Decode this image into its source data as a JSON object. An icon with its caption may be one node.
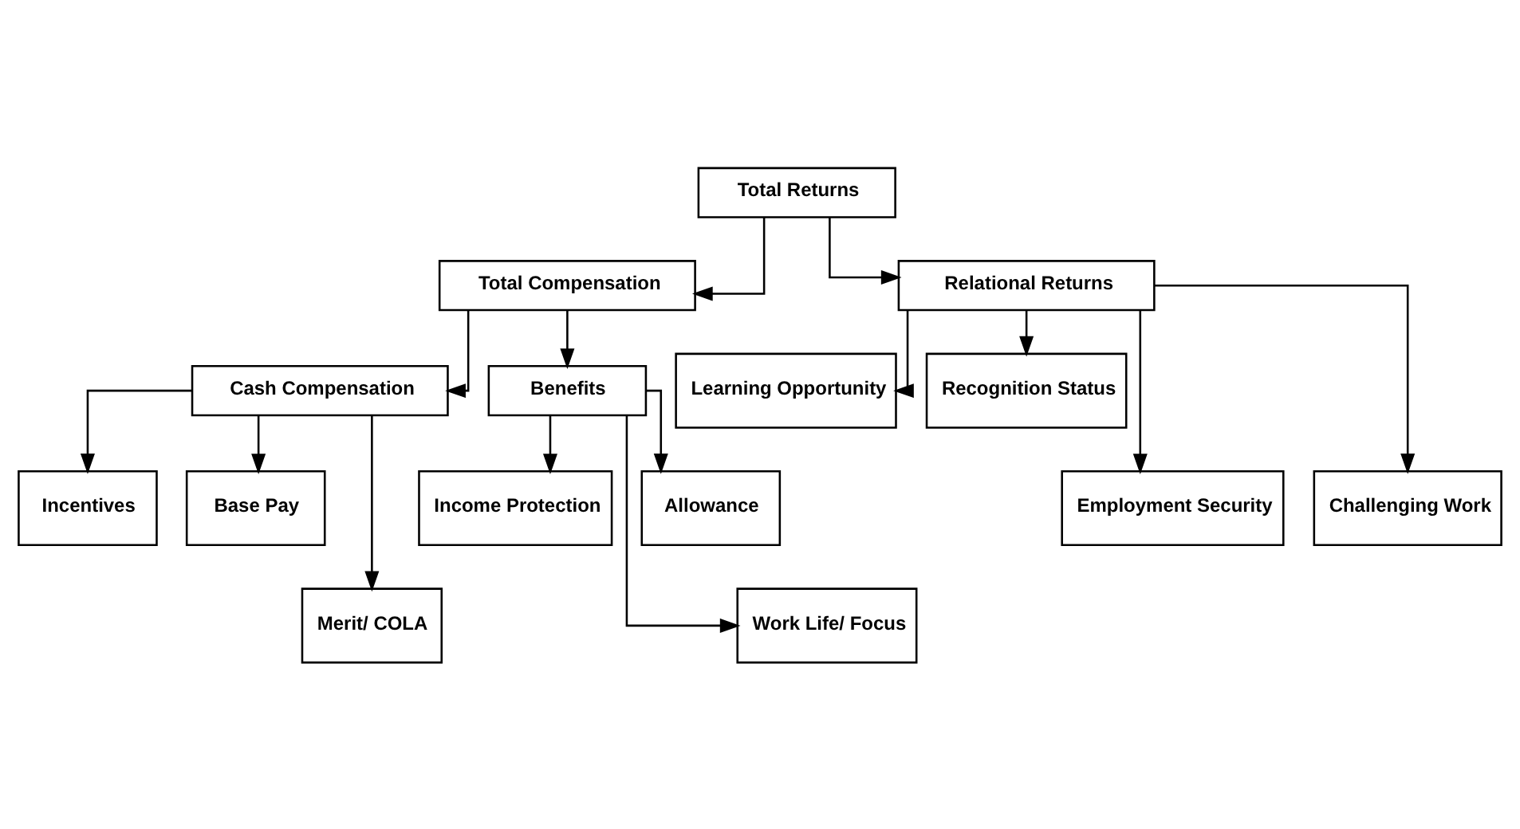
{
  "diagram": {
    "nodes": [
      {
        "text": [
          "Total Returns"
        ]
      },
      {
        "text": [
          "Total Compensation"
        ]
      },
      {
        "text": [
          "Relational Returns"
        ]
      },
      {
        "text": [
          "Cash Compensation"
        ]
      },
      {
        "text": [
          "Benefits"
        ]
      },
      {
        "text": [
          "Incentives"
        ]
      },
      {
        "text": [
          "Base Pay"
        ]
      },
      {
        "text": [
          "Merit/ COLA"
        ]
      },
      {
        "text": [
          "Income Protection"
        ]
      },
      {
        "text": [
          "Allowance"
        ]
      },
      {
        "text": [
          "Work Life/ Focus"
        ]
      },
      {
        "text": [
          "Learning Opportunity"
        ]
      },
      {
        "text": [
          "Recognition Status"
        ]
      },
      {
        "text": [
          "Employment Security"
        ]
      },
      {
        "text": [
          "Challenging Work"
        ]
      }
    ],
    "edges": [
      {
        "from": 0,
        "to": 1,
        "arrow": "to"
      },
      {
        "from": 0,
        "to": 2,
        "arrow": "to"
      },
      {
        "from": 1,
        "to": 3,
        "arrow": "to"
      },
      {
        "from": 1,
        "to": 4,
        "arrow": "to"
      },
      {
        "from": 3,
        "to": 5,
        "arrow": "to"
      },
      {
        "from": 3,
        "to": 6,
        "arrow": "to"
      },
      {
        "from": 3,
        "to": 7,
        "arrow": "to"
      },
      {
        "from": 4,
        "to": 8,
        "arrow": "to"
      },
      {
        "from": 4,
        "to": 9,
        "arrow": "to"
      },
      {
        "from": 4,
        "to": 10,
        "arrow": "to"
      },
      {
        "from": 2,
        "to": 11,
        "arrow": "to"
      },
      {
        "from": 2,
        "to": 12,
        "arrow": "to"
      },
      {
        "from": 2,
        "to": 13,
        "arrow": "to"
      },
      {
        "from": 2,
        "to": 14,
        "arrow": "to"
      }
    ]
  }
}
